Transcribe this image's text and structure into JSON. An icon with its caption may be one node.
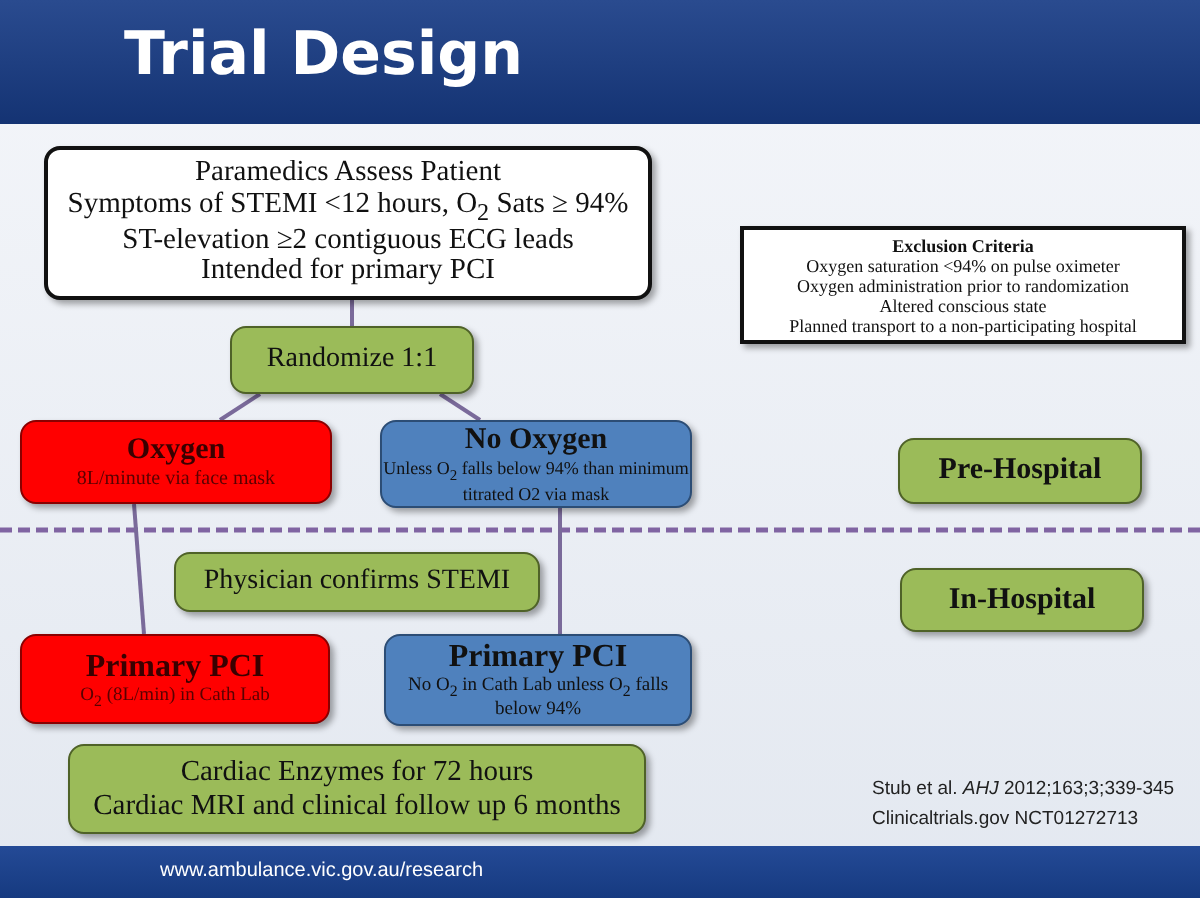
{
  "diagram": {
    "title": "Trial Design",
    "nodes": [
      {
        "text": [
          "Paramedics Assess Patient",
          "Symptoms of STEMI <12 hours, O$_{2}$ Sats ≥ 94%",
          "ST-elevation ≥2 contiguous ECG leads",
          "Intended for primary PCI"
        ]
      },
      {
        "text": [
          "Randomize 1:1"
        ]
      },
      {
        "text": [
          "Oxygen",
          "8L/minute via face mask"
        ]
      },
      {
        "text": [
          "No Oxygen",
          "Unless O$_{2}$ falls below 94% than minimum titrated O2 via mask"
        ]
      },
      {
        "text": [
          "Exclusion Criteria",
          "Oxygen saturation <94% on pulse oximeter",
          "Oxygen administration prior to randomization",
          "Altered conscious state",
          "Planned transport to a non-participating hospital"
        ]
      },
      {
        "text": [
          "Pre-Hospital"
        ]
      },
      {
        "text": [
          "In-Hospital"
        ]
      },
      {
        "text": [
          "Physician confirms STEMI"
        ]
      },
      {
        "text": [
          "Primary PCI",
          "O$_{2}$ (8L/min) in Cath Lab"
        ]
      },
      {
        "text": [
          "Primary PCI",
          "No O$_{2}$ in Cath Lab unless O$_{2}$ falls below 94%"
        ]
      },
      {
        "text": [
          "Cardiac Enzymes for 72 hours",
          "Cardiac MRI and clinical follow up 6 months"
        ]
      }
    ],
    "edges": [
      {
        "from": 0,
        "to": 1,
        "arrow": "none"
      },
      {
        "from": 1,
        "to": 2,
        "arrow": "none"
      },
      {
        "from": 1,
        "to": 3,
        "arrow": "none"
      },
      {
        "from": 2,
        "to": 8,
        "arrow": "none"
      },
      {
        "from": 3,
        "to": 9,
        "arrow": "none"
      }
    ],
    "labels": [
      "Stub et al. *AHJ* 2012;163;3;339-345",
      "Clinicaltrials.gov NCT01272713",
      "www.ambulance.vic.gov.au/research"
    ]
  }
}
